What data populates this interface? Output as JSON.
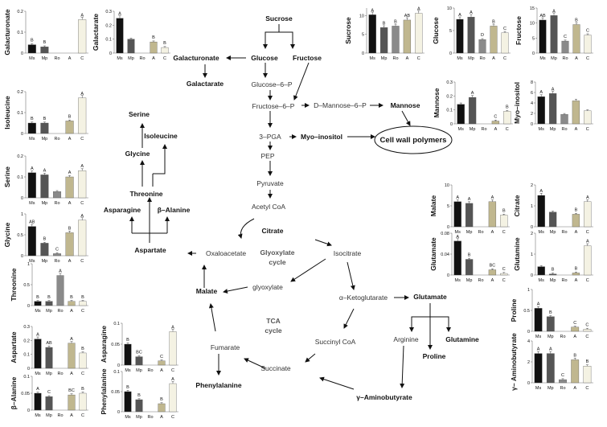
{
  "nodes": {
    "sucrose": "Sucrose",
    "glucose": "Glucose",
    "fructose": "Fructose",
    "galacturonate": "Galacturonate",
    "galactarate": "Galactarate",
    "g6p": "Glucose–6–P",
    "f6p": "Fructose–6–P",
    "d_mannose_6p": "D–Mannose–6–P",
    "mannose": "Mannose",
    "pga3": "3–PGA",
    "myo_inositol": "Myo–inositol",
    "cell_wall": "Cell wall polymers",
    "pep": "PEP",
    "pyruvate": "Pyruvate",
    "acetyl_coa": "Acetyl CoA",
    "serine": "Serine",
    "isoleucine": "Isoleucine",
    "glycine": "Glycine",
    "threonine": "Threonine",
    "asparagine": "Asparagine",
    "beta_alanine": "β–Alanine",
    "aspartate": "Aspartate",
    "oxaloacetate": "Oxaloacetate",
    "citrate": "Citrate",
    "glyoxylate_cycle": "Glyoxylate\ncycle",
    "isocitrate": "Isocitrate",
    "glyoxylate": "glyoxylate",
    "malate": "Malate",
    "alpha_kg": "α–Ketoglutarate",
    "glutamate": "Glutamate",
    "arginine": "Arginine",
    "glutamine": "Glutamine",
    "proline": "Proline",
    "tca_cycle": "TCA\ncycle",
    "succinyl_coa": "Succinyl CoA",
    "fumarate": "Fumarate",
    "succinate": "Succinate",
    "phenylalanine": "Phenylalanine",
    "gaba": "γ–Aminobutyrate"
  },
  "chart_data": [
    {
      "type": "bar",
      "ylabel": "Galacturonate",
      "categories": [
        "Ms",
        "Mp",
        "Ro",
        "A",
        "C"
      ],
      "values": [
        0.04,
        0.03,
        0,
        0,
        0.16
      ],
      "sig": [
        "B",
        "B",
        "",
        "",
        "A"
      ],
      "yticks": [
        "0",
        "0.1",
        "0.2"
      ],
      "ylim": [
        0,
        0.2
      ]
    },
    {
      "type": "bar",
      "ylabel": "Galactarate",
      "categories": [
        "Ms",
        "Mp",
        "Ro",
        "A",
        "C"
      ],
      "values": [
        0.25,
        0.1,
        0,
        0.08,
        0.04
      ],
      "sig": [
        "A",
        "",
        "",
        "B",
        "B"
      ],
      "yticks": [
        "0",
        "0.1",
        "0.2",
        "0.3"
      ],
      "ylim": [
        0,
        0.3
      ]
    },
    {
      "type": "bar",
      "ylabel": "Sucrose",
      "categories": [
        "Ms",
        "Mp",
        "Ro",
        "A",
        "C"
      ],
      "values": [
        10.2,
        6.8,
        7.2,
        8.8,
        10.6
      ],
      "sig": [
        "A",
        "B",
        "B",
        "AB",
        "A"
      ],
      "yticks": [
        "0",
        "5",
        "10"
      ],
      "ylim": [
        0,
        12
      ]
    },
    {
      "type": "bar",
      "ylabel": "Glucose",
      "categories": [
        "Ms",
        "Mp",
        "Ro",
        "A",
        "C"
      ],
      "values": [
        7.5,
        8.0,
        3.0,
        6.0,
        4.5
      ],
      "sig": [
        "A",
        "A",
        "D",
        "B",
        "C"
      ],
      "yticks": [
        "0",
        "5",
        "10"
      ],
      "ylim": [
        0,
        10
      ]
    },
    {
      "type": "bar",
      "ylabel": "Fructose",
      "categories": [
        "Ms",
        "Mp",
        "Ro",
        "A",
        "C"
      ],
      "values": [
        11.0,
        12.5,
        4.0,
        9.5,
        6.0
      ],
      "sig": [
        "AB",
        "A",
        "C",
        "B",
        "C"
      ],
      "yticks": [
        "0",
        "5",
        "10",
        "15"
      ],
      "ylim": [
        0,
        15
      ]
    },
    {
      "type": "bar",
      "ylabel": "Isoleucine",
      "categories": [
        "Ms",
        "Mp",
        "Ro",
        "A",
        "C"
      ],
      "values": [
        0.05,
        0.05,
        0,
        0.06,
        0.17
      ],
      "sig": [
        "B",
        "B",
        "",
        "B",
        "A"
      ],
      "yticks": [
        "0",
        "0.1",
        "0.2"
      ],
      "ylim": [
        0,
        0.2
      ]
    },
    {
      "type": "bar",
      "ylabel": "Mannose",
      "categories": [
        "Ms",
        "Mp",
        "Ro",
        "A",
        "C"
      ],
      "values": [
        0.14,
        0.19,
        0,
        0.02,
        0.09
      ],
      "sig": [
        "",
        "A",
        "",
        "C",
        "B"
      ],
      "yticks": [
        "0",
        "0.1",
        "0.2",
        "0.3"
      ],
      "ylim": [
        0,
        0.3
      ]
    },
    {
      "type": "bar",
      "ylabel": "Myo–inositol",
      "categories": [
        "Ms",
        "Mp",
        "Ro",
        "A",
        "C"
      ],
      "values": [
        5.2,
        5.8,
        1.8,
        4.4,
        2.5
      ],
      "sig": [
        "A",
        "A",
        "",
        "",
        ""
      ],
      "yticks": [
        "0",
        "2",
        "4",
        "6",
        "8"
      ],
      "ylim": [
        0,
        8
      ]
    },
    {
      "type": "bar",
      "ylabel": "Serine",
      "categories": [
        "Ms",
        "Mp",
        "Ro",
        "A",
        "C"
      ],
      "values": [
        0.12,
        0.11,
        0.03,
        0.1,
        0.13
      ],
      "sig": [
        "A",
        "A",
        "",
        "A",
        "A"
      ],
      "yticks": [
        "0",
        "0.1",
        "0.2"
      ],
      "ylim": [
        0,
        0.2
      ]
    },
    {
      "type": "bar",
      "ylabel": "Malate",
      "categories": [
        "Ms",
        "Mp",
        "Ro",
        "A",
        "C"
      ],
      "values": [
        6,
        5.6,
        0,
        6,
        2.8
      ],
      "sig": [
        "A",
        "A",
        "",
        "A",
        "B"
      ],
      "yticks": [
        "0",
        "5",
        "10"
      ],
      "ylim": [
        0,
        10
      ]
    },
    {
      "type": "bar",
      "ylabel": "Citrate",
      "categories": [
        "Ms",
        "Mp",
        "Ro",
        "A",
        "C"
      ],
      "values": [
        1.5,
        0.7,
        0,
        0.6,
        1.2
      ],
      "sig": [
        "A",
        "",
        "",
        "B",
        "A"
      ],
      "yticks": [
        "0",
        "1",
        "2"
      ],
      "ylim": [
        0,
        2
      ]
    },
    {
      "type": "bar",
      "ylabel": "Glycine",
      "categories": [
        "Ms",
        "Mp",
        "Ro",
        "A",
        "C"
      ],
      "values": [
        0.7,
        0.3,
        0.05,
        0.55,
        0.85
      ],
      "sig": [
        "AB",
        "B",
        "C",
        "B",
        "A"
      ],
      "yticks": [
        "0",
        "0.5",
        "1"
      ],
      "ylim": [
        0,
        1
      ]
    },
    {
      "type": "bar",
      "ylabel": "Glutamate",
      "categories": [
        "Ms",
        "Mp",
        "Ro",
        "A",
        "C"
      ],
      "values": [
        0.065,
        0.03,
        0,
        0.01,
        0.003
      ],
      "sig": [
        "A",
        "B",
        "",
        "BC",
        "C"
      ],
      "yticks": [
        "0",
        "0.04",
        "0.08"
      ],
      "ylim": [
        0,
        0.08
      ]
    },
    {
      "type": "bar",
      "ylabel": "Glutamine",
      "categories": [
        "Ms",
        "Mp",
        "Ro",
        "A",
        "C"
      ],
      "values": [
        0.4,
        0.05,
        0,
        0.1,
        1.4
      ],
      "sig": [
        "",
        "B",
        "",
        "B",
        "A"
      ],
      "yticks": [
        "0",
        "1",
        "2"
      ],
      "ylim": [
        0,
        2
      ]
    },
    {
      "type": "bar",
      "ylabel": "Threonine",
      "categories": [
        "Ms",
        "Mp",
        "Ro",
        "A",
        "C"
      ],
      "values": [
        0.1,
        0.1,
        0.72,
        0.1,
        0.1
      ],
      "sig": [
        "B",
        "B",
        "A",
        "B",
        "B"
      ],
      "yticks": [
        "0",
        "0.5",
        "1"
      ],
      "ylim": [
        0,
        1
      ]
    },
    {
      "type": "bar",
      "ylabel": "Proline",
      "categories": [
        "Ms",
        "Mp",
        "Ro",
        "A",
        "C"
      ],
      "values": [
        0.55,
        0.35,
        0,
        0.1,
        0.05
      ],
      "sig": [
        "A",
        "B",
        "",
        "C",
        "C"
      ],
      "yticks": [
        "0",
        "0.5",
        "1"
      ],
      "ylim": [
        0,
        1
      ]
    },
    {
      "type": "bar",
      "ylabel": "Aspartate",
      "categories": [
        "Ms",
        "Mp",
        "Ro",
        "A",
        "C"
      ],
      "values": [
        0.21,
        0.15,
        0,
        0.18,
        0.11
      ],
      "sig": [
        "A",
        "AB",
        "",
        "A",
        "B"
      ],
      "yticks": [
        "0",
        "0.1",
        "0.2",
        "0.3"
      ],
      "ylim": [
        0,
        0.3
      ]
    },
    {
      "type": "bar",
      "ylabel": "Asparagine",
      "categories": [
        "Ms",
        "Mp",
        "Ro",
        "A",
        "C"
      ],
      "values": [
        0.05,
        0.02,
        0,
        0.01,
        0.08
      ],
      "sig": [
        "B",
        "BC",
        "",
        "C",
        "A"
      ],
      "yticks": [
        "0",
        "0.05",
        "0.1"
      ],
      "ylim": [
        0,
        0.1
      ]
    },
    {
      "type": "bar",
      "ylabel": "γ– Aminobutyrate",
      "categories": [
        "Ms",
        "Mp",
        "Ro",
        "A",
        "C"
      ],
      "values": [
        2.8,
        2.8,
        0.3,
        2.2,
        1.6
      ],
      "sig": [
        "A",
        "A",
        "C",
        "B",
        "B"
      ],
      "yticks": [
        "0",
        "2",
        "4"
      ],
      "ylim": [
        0,
        4
      ]
    },
    {
      "type": "bar",
      "ylabel": "β–Alanine",
      "categories": [
        "Ms",
        "Mp",
        "Ro",
        "A",
        "C"
      ],
      "values": [
        0.05,
        0.04,
        0,
        0.045,
        0.05
      ],
      "sig": [
        "A",
        "C",
        "",
        "BC",
        "B"
      ],
      "yticks": [
        "0",
        "0.05",
        "0.1"
      ],
      "ylim": [
        0,
        0.1
      ]
    },
    {
      "type": "bar",
      "ylabel": "Phenylalanine",
      "categories": [
        "Ms",
        "Mp",
        "Ro",
        "A",
        "C"
      ],
      "values": [
        0.05,
        0.03,
        0,
        0.02,
        0.07
      ],
      "sig": [
        "B",
        "B",
        "",
        "B",
        "A"
      ],
      "yticks": [
        "0",
        "0.05",
        "0.1"
      ],
      "ylim": [
        0,
        0.1
      ]
    }
  ],
  "colors": {
    "Ms": "#111111",
    "Mp": "#555555",
    "Ro": "#8a8a8a",
    "A": "#c0b78f",
    "C": "#f4f2e3"
  }
}
